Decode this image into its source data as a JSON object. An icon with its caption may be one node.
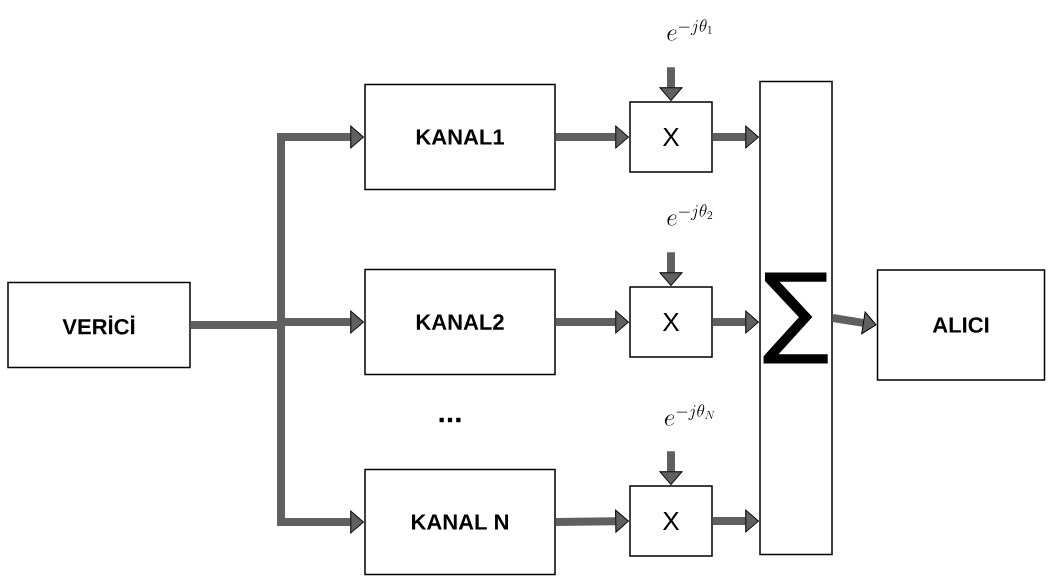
{
  "diagram": {
    "nodes": [
      {
        "text": [
          "VERİCİ"
        ]
      },
      {
        "text": [
          "KANAL1"
        ]
      },
      {
        "text": [
          "KANAL2"
        ]
      },
      {
        "text": [
          "KANAL N"
        ]
      },
      {
        "text": [
          "X"
        ]
      },
      {
        "text": [
          "X"
        ]
      },
      {
        "text": [
          "X"
        ]
      },
      {
        "text": [
          "e^{-j\\theta_1}"
        ]
      },
      {
        "text": [
          "e^{-j\\theta_2}"
        ]
      },
      {
        "text": [
          "e^{-j\\theta_N}"
        ]
      },
      {
        "text": [
          "∑"
        ]
      },
      {
        "text": [
          "ALICI"
        ]
      }
    ],
    "edges": [
      {
        "from": 0,
        "to": 1,
        "arrow": "to"
      },
      {
        "from": 0,
        "to": 2,
        "arrow": "to"
      },
      {
        "from": 0,
        "to": 3,
        "arrow": "to"
      },
      {
        "from": 1,
        "to": 4,
        "arrow": "to"
      },
      {
        "from": 2,
        "to": 5,
        "arrow": "to"
      },
      {
        "from": 3,
        "to": 6,
        "arrow": "to"
      },
      {
        "from": 7,
        "to": 4,
        "arrow": "to"
      },
      {
        "from": 8,
        "to": 5,
        "arrow": "to"
      },
      {
        "from": 9,
        "to": 6,
        "arrow": "to"
      },
      {
        "from": 4,
        "to": 10,
        "arrow": "to"
      },
      {
        "from": 5,
        "to": 10,
        "arrow": "to"
      },
      {
        "from": 6,
        "to": 10,
        "arrow": "to"
      },
      {
        "from": 10,
        "to": 11,
        "arrow": "to"
      }
    ],
    "labels": [
      "..."
    ]
  }
}
